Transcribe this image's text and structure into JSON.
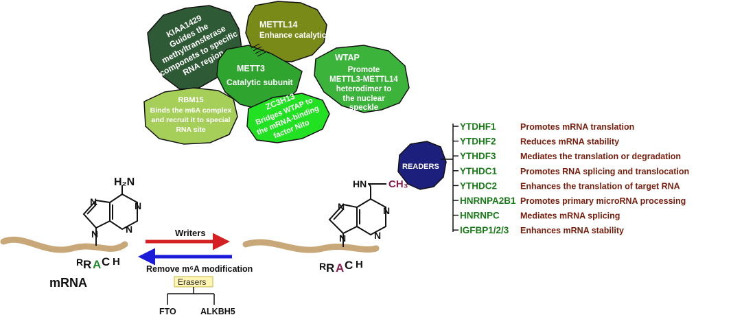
{
  "colors": {
    "kiaa1429": "#2f5a36",
    "mettl14": "#7a8a18",
    "mettl3": "#2fa52f",
    "wtap": "#3cb43c",
    "rbm15": "#a6cf5a",
    "zc3h13": "#22e022",
    "readers_blob": "#1c1f7c",
    "mrna_strand": "#c8a878",
    "writers_arrow": "#d42020",
    "eraser_arrow": "#1b1bd8",
    "reader_name": "#177a17",
    "reader_function": "#7a1c0c",
    "methyl": "#8b1c4e",
    "adenosine_green": "#1c8a2a",
    "erasers_box": "#fff6b4"
  },
  "writers_complex": {
    "kiaa1429": {
      "name": "KIAA1429",
      "line1": "Guides the",
      "line2": "methyltransferase",
      "line3": "componets to specific",
      "line4": "RNA region"
    },
    "mettl14": {
      "name": "METTL14",
      "line1": "Enhance catalytic"
    },
    "mettl3": {
      "name": "METT3",
      "line1": "Catalytic subunit"
    },
    "wtap": {
      "name": "WTAP",
      "line1": "Promote",
      "line2": "METTL3-METTL14",
      "line3": "heterodimer to",
      "line4": "the nuclear",
      "line5": "speckle"
    },
    "rbm15": {
      "name": "RBM15",
      "line1": "Binds the m6A complex",
      "line2": "and recruit it to special",
      "line3": "RNA site"
    },
    "zc3h13": {
      "name": "ZC3H13",
      "line1": "Bridges WTAP to",
      "line2": "the mRNA-binding",
      "line3": "factor Nito"
    }
  },
  "left_molecule": {
    "amine": "H₂N",
    "n_atom": "N",
    "motif": {
      "r1": "R",
      "r2": "R",
      "a": "A",
      "c": "C",
      "h": "H"
    },
    "label": "mRNA"
  },
  "right_molecule": {
    "nh": "HN",
    "ch3": "CH₃",
    "n_atom": "N",
    "motif": {
      "r1": "R",
      "r2": "R",
      "a": "A",
      "c": "C",
      "h": "H"
    }
  },
  "arrows": {
    "writers": "Writers",
    "remove": "Remove m⁶A modification"
  },
  "erasers": {
    "title": "Erasers",
    "fto": "FTO",
    "alkbh5": "ALKBH5"
  },
  "readers": {
    "label": "READERS",
    "items": [
      {
        "name": "YTDHF1",
        "function": "Promotes mRNA translation"
      },
      {
        "name": "YTDHF2",
        "function": "Reduces mRNA stability"
      },
      {
        "name": "YTHDF3",
        "function": "Mediates the translation or degradation"
      },
      {
        "name": "YTHDC1",
        "function": "Promotes RNA splicing and translocation"
      },
      {
        "name": "YTHDC2",
        "function": "Enhances the translation of target RNA"
      },
      {
        "name": "HNRNPA2B1",
        "function": "Promotes primary microRNA processing"
      },
      {
        "name": "HNRNPC",
        "function": "Mediates mRNA splicing"
      },
      {
        "name": "IGFBP1/2/3",
        "function": "Enhances mRNA stability"
      }
    ]
  }
}
